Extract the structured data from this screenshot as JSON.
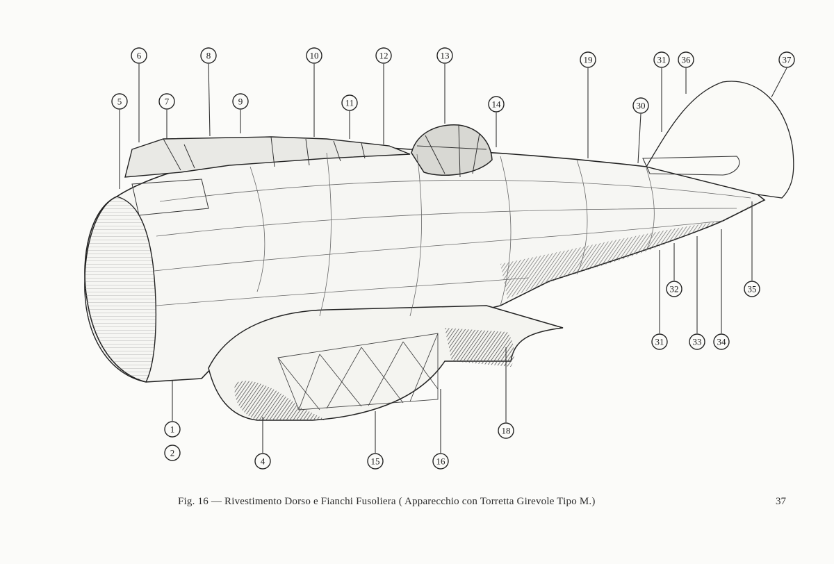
{
  "caption": "Fig. 16 — Rivestimento Dorso e Fianchi Fusoliera ( Apparecchio con Torretta Girevole Tipo M.)",
  "page_number": "37",
  "callouts": [
    {
      "id": "1"
    },
    {
      "id": "2"
    },
    {
      "id": "4"
    },
    {
      "id": "5"
    },
    {
      "id": "6"
    },
    {
      "id": "7"
    },
    {
      "id": "8"
    },
    {
      "id": "9"
    },
    {
      "id": "10"
    },
    {
      "id": "11"
    },
    {
      "id": "12"
    },
    {
      "id": "13"
    },
    {
      "id": "14"
    },
    {
      "id": "15"
    },
    {
      "id": "16"
    },
    {
      "id": "18"
    },
    {
      "id": "19"
    },
    {
      "id": "30"
    },
    {
      "id": "31"
    },
    {
      "id": "31"
    },
    {
      "id": "32"
    },
    {
      "id": "33"
    },
    {
      "id": "34"
    },
    {
      "id": "35"
    },
    {
      "id": "36"
    },
    {
      "id": "37"
    }
  ]
}
